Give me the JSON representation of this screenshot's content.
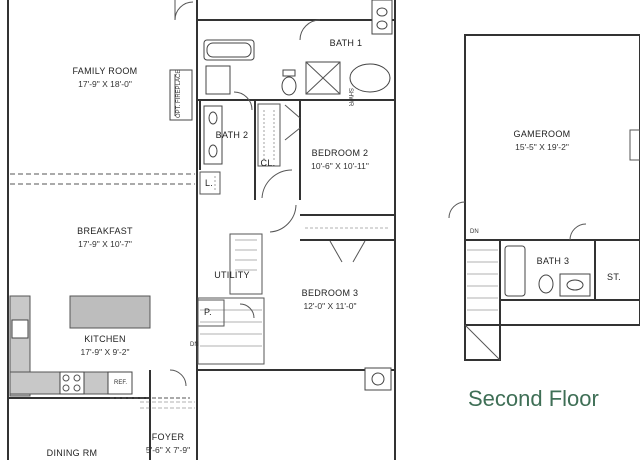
{
  "rooms": {
    "family_room": {
      "name": "FAMILY ROOM",
      "dim": "17'-9\" X 18'-0\""
    },
    "bath1": {
      "name": "BATH 1"
    },
    "bath2": {
      "name": "BATH 2"
    },
    "bedroom2": {
      "name": "BEDROOM 2",
      "dim": "10'-6\" X 10'-11\""
    },
    "breakfast": {
      "name": "BREAKFAST",
      "dim": "17'-9\" X 10'-7\""
    },
    "utility": {
      "name": "UTILITY"
    },
    "bedroom3": {
      "name": "BEDROOM 3",
      "dim": "12'-0\" X 11'-0\""
    },
    "kitchen": {
      "name": "KITCHEN",
      "dim": "17'-9\" X 9'-2\""
    },
    "foyer": {
      "name": "FOYER",
      "dim": "5'-6\" X 7'-9\""
    },
    "dining": {
      "name": "DINING RM"
    },
    "gameroom": {
      "name": "GAMEROOM",
      "dim": "15'-5\" X 19'-2\""
    },
    "bath3": {
      "name": "BATH 3"
    },
    "storage": {
      "name": "ST."
    }
  },
  "small_labels": {
    "closet": "CL.",
    "linen": "L.",
    "pantry": "P.",
    "fireplace": "OPT. FIREPLACE",
    "ref": "REF.",
    "dn1": "DN",
    "dn2": "DN",
    "shower": "SHWR"
  },
  "floor_label": "Second Floor"
}
